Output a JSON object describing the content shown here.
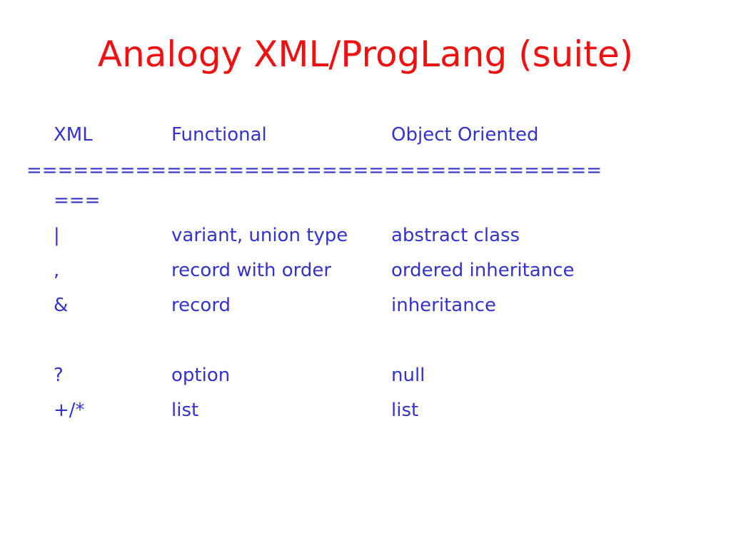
{
  "slide": {
    "title": "Analogy XML/ProgLang (suite)",
    "header": {
      "col1": "XML",
      "col2": "Functional",
      "col3": "Object Oriented"
    },
    "separator_line1": "=====================================",
    "separator_line2": "===",
    "rows": [
      {
        "xml": "|",
        "functional": "variant, union type",
        "oo": "abstract class"
      },
      {
        "xml": ",",
        "functional": "record with order",
        "oo": "ordered inheritance"
      },
      {
        "xml": "&",
        "functional": "record",
        "oo": "inheritance"
      },
      {
        "xml": "?",
        "functional": "option",
        "oo": "null"
      },
      {
        "xml": "+/*",
        "functional": "list",
        "oo": "list"
      }
    ],
    "colors": {
      "title": "#ee1111",
      "body": "#3333cc"
    }
  }
}
